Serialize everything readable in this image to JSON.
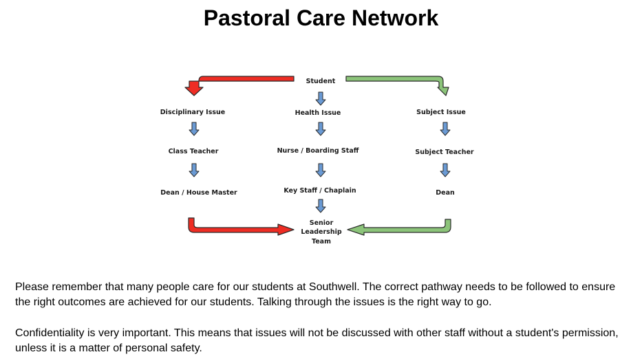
{
  "title": "Pastoral Care Network",
  "diagram": {
    "nodes": {
      "student": "Student",
      "disciplinary_issue": "Disciplinary Issue",
      "health_issue": "Health Issue",
      "subject_issue": "Subject Issue",
      "class_teacher": "Class Teacher",
      "nurse_boarding_staff": "Nurse / Boarding Staff",
      "subject_teacher": "Subject Teacher",
      "dean_house_master": "Dean / House Master",
      "key_staff_chaplain": "Key Staff  / Chaplain",
      "dean": "Dean",
      "senior_1": "Senior",
      "senior_2": "Leadership",
      "senior_3": "Team"
    },
    "colors": {
      "red_path": "#ee2d24",
      "green_path": "#8cc47a",
      "down_arrow": "#6a9ad4",
      "outline": "#2a2a2a"
    }
  },
  "paragraphs": {
    "p1": "Please remember that many people care for our students at Southwell. The correct pathway needs to be followed to ensure the right outcomes are achieved for our students. Talking through the issues is the right way to go.",
    "p2": "Confidentiality is very important. This means that issues will not be discussed with other staff without a student's permission, unless it is a matter of personal safety."
  }
}
